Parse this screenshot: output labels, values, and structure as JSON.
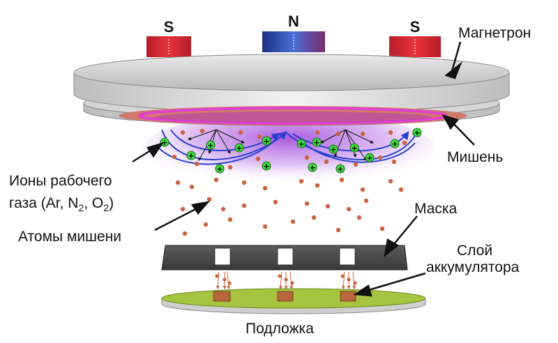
{
  "labels": {
    "magnetron": "Магнетрон",
    "target": "Мишень",
    "ions_line1": "Ионы рабочего",
    "ions_line2": "газа (Ar, N",
    "ions_sub_n": "2",
    "ions_mid": ", O",
    "ions_sub_o": "2",
    "ions_end": ")",
    "atoms": "Атомы мишени",
    "mask": "Маска",
    "layer_line1": "Слой",
    "layer_line2": "аккумулятора",
    "substrate": "Подложка"
  },
  "magnets": {
    "left": "S",
    "center": "N",
    "right": "S"
  },
  "ion_symbol": "+",
  "colors": {
    "magnet_red": "#d8262f",
    "magnet_blue": "#1f3a8f",
    "plasma": "#b23ad6",
    "field_line": "#2a3fd0",
    "ion": "#3ddc3d",
    "atom": "#c8643f",
    "mask": "#4a4a4a",
    "substrate_green": "#a6c43f",
    "layer": "#b8663a"
  }
}
